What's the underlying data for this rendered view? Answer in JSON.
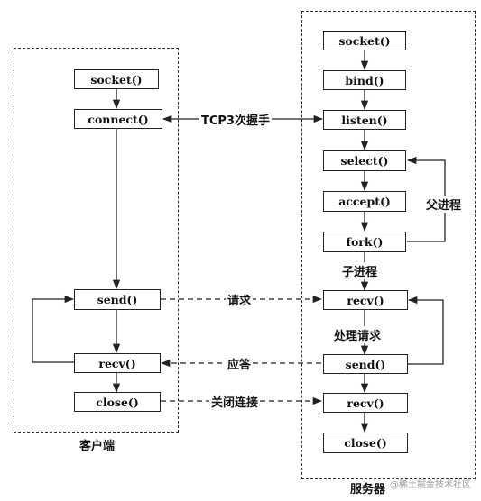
{
  "client": {
    "region_label": "客户端",
    "boxes": {
      "socket": "socket()",
      "connect": "connect()",
      "send": "send()",
      "recv": "recv()",
      "close": "close()"
    }
  },
  "server": {
    "region_label": "服务器",
    "boxes": {
      "socket": "socket()",
      "bind": "bind()",
      "listen": "listen()",
      "select": "select()",
      "accept": "accept()",
      "fork": "fork()",
      "recv1": "recv()",
      "send": "send()",
      "recv2": "recv()",
      "close": "close()"
    }
  },
  "edges": {
    "handshake": "TCP3次握手",
    "request": "请求",
    "response": "应答",
    "close_conn": "关闭连接",
    "parent_process": "父进程",
    "child_process": "子进程",
    "handle_request": "处理请求"
  },
  "watermark": "@稀土掘金技术社区"
}
